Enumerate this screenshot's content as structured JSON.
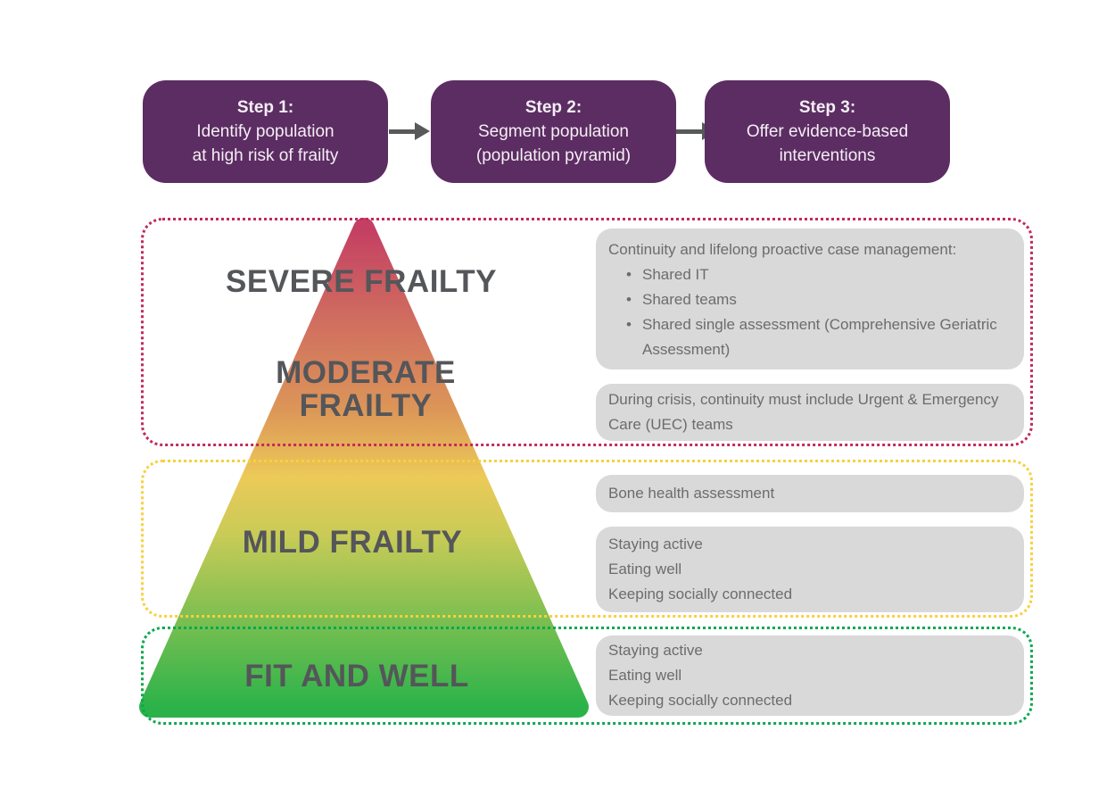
{
  "steps": [
    {
      "title": "Step 1:",
      "line1": "Identify population",
      "line2": "at high risk of frailty"
    },
    {
      "title": "Step 2:",
      "line1": "Segment population",
      "line2": "(population pyramid)"
    },
    {
      "title": "Step 3:",
      "line1": "Offer evidence-based",
      "line2": "interventions"
    }
  ],
  "pyramid_labels": {
    "severe": "SEVERE FRAILTY",
    "moderate_line1": "MODERATE",
    "moderate_line2": "FRAILTY",
    "mild": "MILD FRAILTY",
    "fit": "FIT AND WELL"
  },
  "interventions": {
    "severe_box1": {
      "title": "Continuity and lifelong proactive case management:",
      "bullets": [
        "Shared IT",
        "Shared teams",
        "Shared single assessment (Comprehensive Geriatric Assessment)"
      ]
    },
    "severe_box2": {
      "text": "During crisis, continuity must include Urgent & Emergency Care (UEC) teams"
    },
    "mild_box1": {
      "text": "Bone health assessment"
    },
    "mild_box2": {
      "lines": [
        "Staying active",
        "Eating well",
        "Keeping socially connected"
      ]
    },
    "fit_box1": {
      "lines": [
        "Staying active",
        "Eating well",
        "Keeping socially connected"
      ]
    }
  },
  "colors": {
    "step_purple": "#5c2d62",
    "arrow_gray": "#58595b",
    "label_text_gray": "#54565a",
    "info_box_gray": "#d9d9d9",
    "info_text_gray": "#6b6c6f",
    "dotted_red": "#c22a5c",
    "dotted_yellow": "#f7d13e",
    "dotted_green": "#0aa84e",
    "pyramid_top_crimson": "#c43f63",
    "pyramid_mid_orange": "#dc9658",
    "pyramid_mid_yellow": "#ecca58",
    "pyramid_bottom_green": "#2bb34a"
  }
}
